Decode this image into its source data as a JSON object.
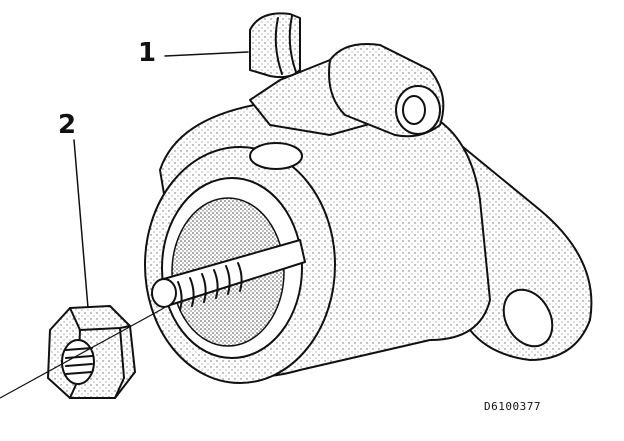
{
  "callouts": [
    {
      "id": "1",
      "label": "1"
    },
    {
      "id": "2",
      "label": "2"
    }
  ],
  "figure_code": "D6100377",
  "colors": {
    "ink": "#111111",
    "paper": "#ffffff",
    "shade": "#9a9a9a"
  }
}
